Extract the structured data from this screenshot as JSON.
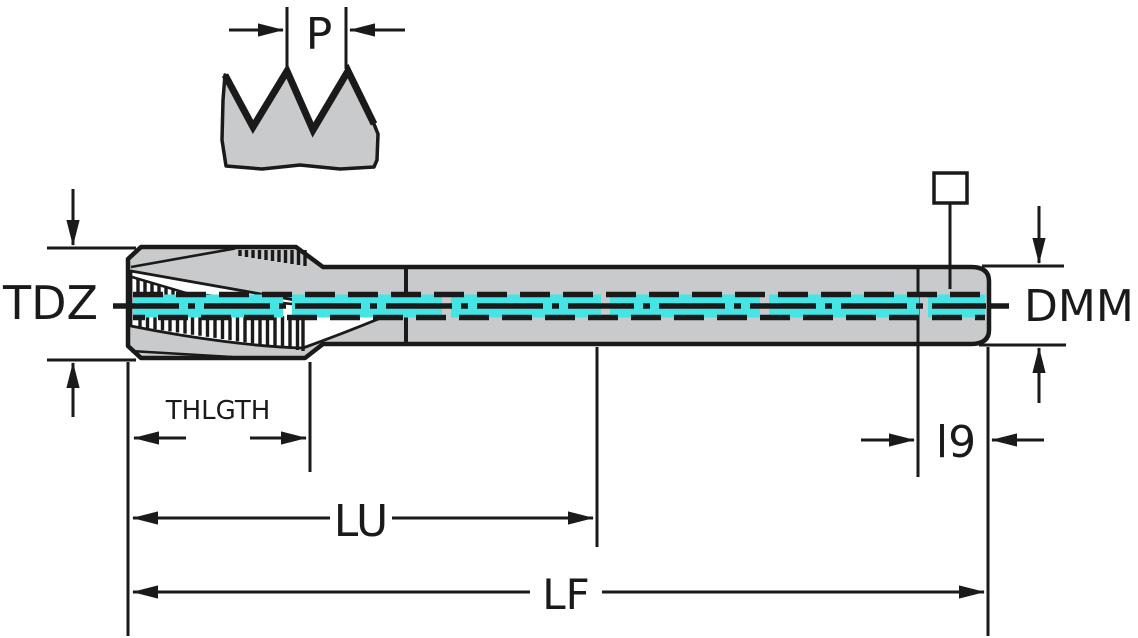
{
  "drawing": {
    "kind": "machine-tap dimensional technical drawing",
    "labels": {
      "pitch": "P",
      "thread_diameter": "TDZ",
      "shank_diameter": "DMM",
      "thread_length": "THLGTH",
      "square_length": "l9",
      "usable_length": "LU",
      "functional_length": "LF"
    },
    "icons": [
      {
        "name": "square-drive-icon",
        "shape": "square-outline"
      }
    ],
    "colors": {
      "ink": "#1a1a1a",
      "gray": "#c9cacb",
      "cyan": "#43e5e5",
      "bg": "#ffffff"
    }
  }
}
